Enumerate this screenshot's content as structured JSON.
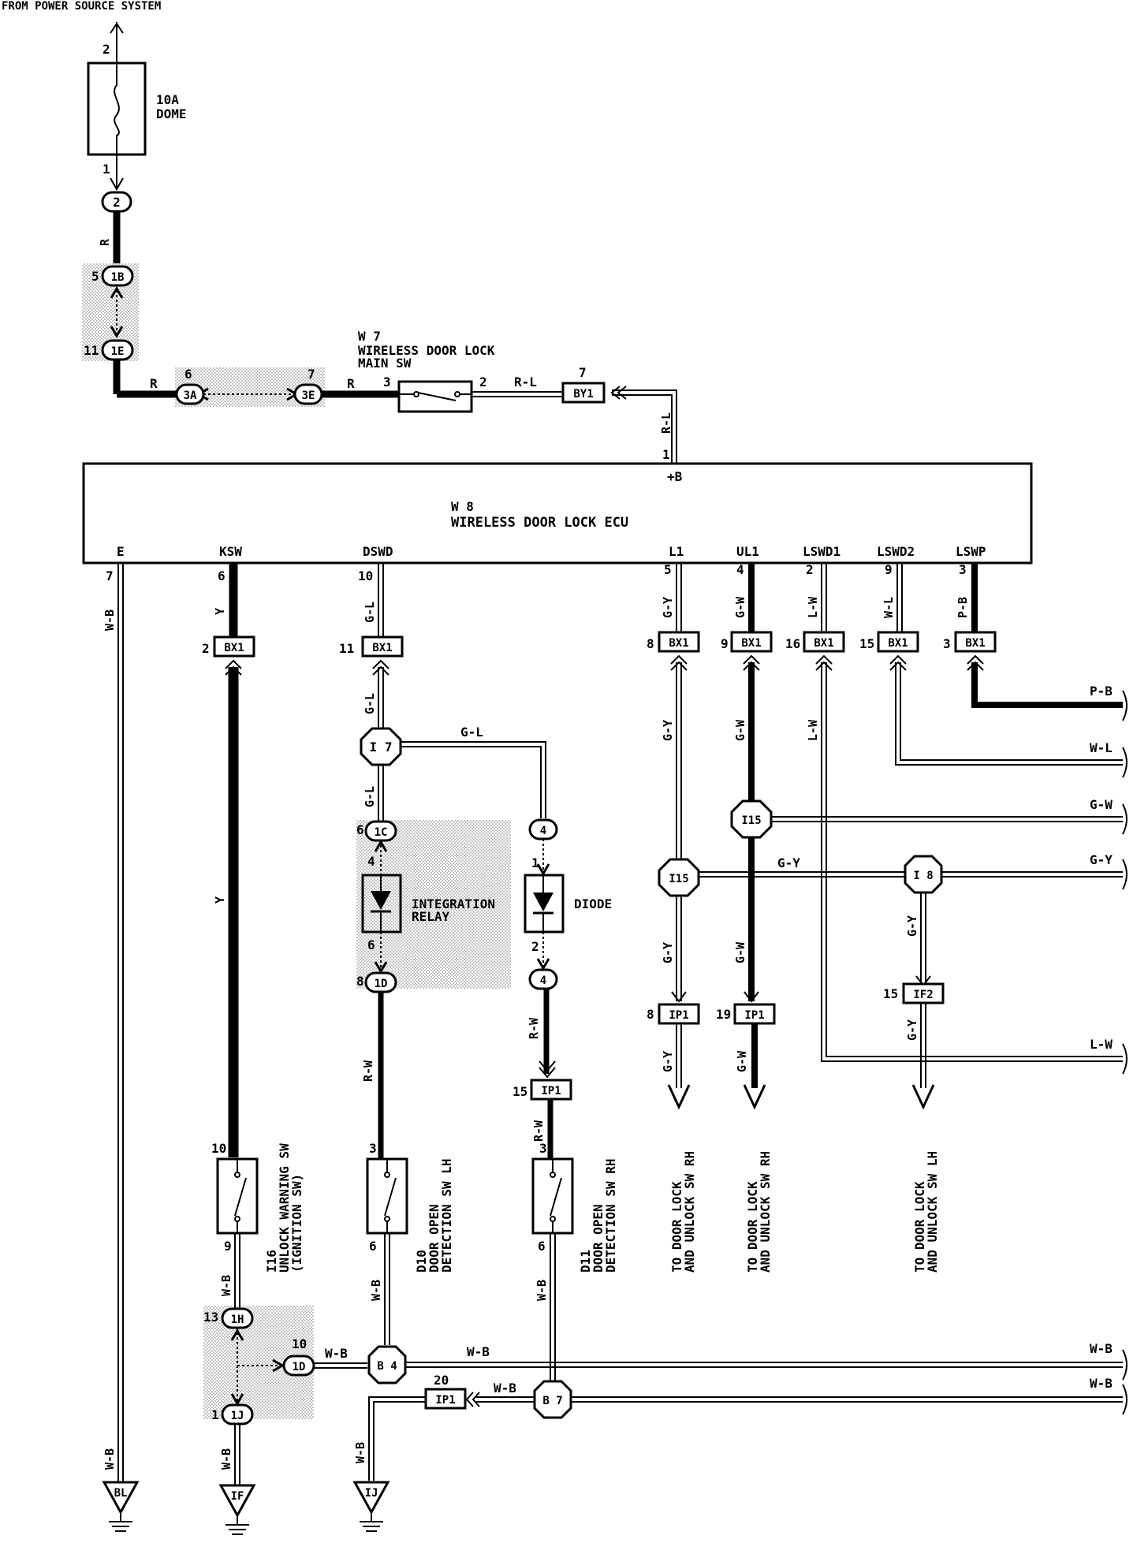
{
  "header": {
    "source": "FROM POWER SOURCE SYSTEM"
  },
  "fuse": {
    "amp": "10A",
    "name": "DOME",
    "pin_in": "2",
    "pin_out": "1"
  },
  "connectors": {
    "c2": "2",
    "c1b": "1B",
    "c1e": "1E",
    "c3a": "3A",
    "c3e": "3E",
    "c1c": "1C",
    "c1d_upper": "1D",
    "c1h": "1H",
    "c1d": "1D",
    "c1j": "1J",
    "c4a": "4",
    "c4b": "4",
    "bx1": "BX1",
    "by1": "BY1",
    "ip1": "IP1",
    "if2": "IF2"
  },
  "pins": {
    "p5": "5",
    "p11": "11",
    "p6": "6",
    "p7": "7",
    "p3": "3",
    "p2": "2",
    "p7b": "7",
    "p1": "1",
    "e7": "7",
    "ksw6": "6",
    "dswd10": "10",
    "l1_5": "5",
    "ul1_4": "4",
    "lswd1_2": "2",
    "lswd2_9": "9",
    "lswp_3": "3",
    "bx_2": "2",
    "bx_11": "11",
    "bx_8": "8",
    "bx_9": "9",
    "bx_16": "16",
    "bx_15": "15",
    "bx_3": "3",
    "c1c_6": "6",
    "relay_4": "4",
    "relay_6": "6",
    "c1d_8": "8",
    "diode_1": "1",
    "diode_2": "2",
    "ip_8": "8",
    "ip_19": "19",
    "if2_15": "15",
    "ip_15": "15",
    "sw10": "10",
    "sw9": "9",
    "d10_3": "3",
    "d10_6": "6",
    "d11_3": "3",
    "d11_6": "6",
    "c1h_13": "13",
    "c1d_10": "10",
    "c1j_1": "1",
    "ip_20": "20"
  },
  "junctions": {
    "i7": "I 7",
    "i15a": "I15",
    "i15b": "I15",
    "i8": "I 8",
    "b4": "B 4",
    "b7": "B 7"
  },
  "main_switch": {
    "code": "W 7",
    "line1": "WIRELESS DOOR LOCK",
    "line2": "MAIN SW"
  },
  "ecu": {
    "code": "W 8",
    "name": "WIRELESS DOOR LOCK ECU",
    "plus_b": "+B",
    "terminals": [
      "E",
      "KSW",
      "DSWD",
      "L1",
      "UL1",
      "LSWD1",
      "LSWD2",
      "LSWP"
    ]
  },
  "wires": {
    "r": "R",
    "rl": "R-L",
    "wb": "W-B",
    "y": "Y",
    "gl": "G-L",
    "gy": "G-Y",
    "gw": "G-W",
    "lw": "L-W",
    "wl": "W-L",
    "pb": "P-B",
    "rw": "R-W"
  },
  "relay": {
    "line1": "INTEGRATION",
    "line2": "RELAY"
  },
  "diode": {
    "label": "DIODE"
  },
  "switches": {
    "i16": {
      "code": "I16",
      "line1": "UNLOCK WARNING SW",
      "line2": "(IGNITION SW)"
    },
    "d10": {
      "code": "D10",
      "line1": "DOOR OPEN",
      "line2": "DETECTION SW LH"
    },
    "d11": {
      "code": "D11",
      "line1": "DOOR OPEN",
      "line2": "DETECTION SW RH"
    }
  },
  "destinations": {
    "rh1": {
      "line1": "TO DOOR LOCK",
      "line2": "AND UNLOCK SW RH"
    },
    "rh2": {
      "line1": "TO DOOR LOCK",
      "line2": "AND UNLOCK SW RH"
    },
    "lh": {
      "line1": "TO DOOR LOCK",
      "line2": "AND UNLOCK SW LH"
    }
  },
  "grounds": [
    "BL",
    "IF",
    "IJ"
  ]
}
